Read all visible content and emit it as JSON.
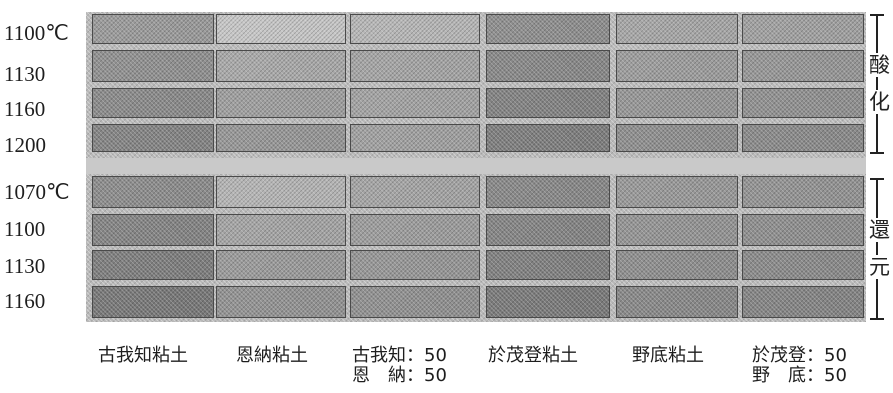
{
  "rows": {
    "oxidation": [
      "1100℃",
      "1130",
      "1160",
      "1200"
    ],
    "reduction": [
      "1070℃",
      "1100",
      "1130",
      "1160"
    ]
  },
  "side_labels": {
    "oxidation": [
      "酸",
      "化"
    ],
    "reduction": [
      "還",
      "元"
    ]
  },
  "columns": [
    {
      "line1": "古我知粘土",
      "line2": ""
    },
    {
      "line1": "恩納粘土",
      "line2": ""
    },
    {
      "line1": "古我知：50",
      "line2": "恩　納：50"
    },
    {
      "line1": "於茂登粘土",
      "line2": ""
    },
    {
      "line1": "野底粘土",
      "line2": ""
    },
    {
      "line1": "於茂登：50",
      "line2": "野　底：50"
    }
  ],
  "colors": {
    "tiles": [
      [
        "#9a9a9a",
        "#c6c6c6",
        "#b6b6b6",
        "#8e8e8e",
        "#a6a6a6",
        "#a0a0a0"
      ],
      [
        "#909090",
        "#a8a8a8",
        "#a4a4a4",
        "#888888",
        "#9c9c9c",
        "#969696"
      ],
      [
        "#8a8a8a",
        "#9e9e9e",
        "#a2a2a2",
        "#828282",
        "#969696",
        "#909090"
      ],
      [
        "#848484",
        "#969696",
        "#a0a0a0",
        "#7e7e7e",
        "#8e8e8e",
        "#8a8a8a"
      ],
      [
        "#8c8c8c",
        "#b4b4b4",
        "#a4a4a4",
        "#888888",
        "#989898",
        "#939393"
      ],
      [
        "#848484",
        "#a4a4a4",
        "#9c9c9c",
        "#848484",
        "#949494",
        "#8e8e8e"
      ],
      [
        "#7e7e7e",
        "#9a9a9a",
        "#969696",
        "#808080",
        "#8e8e8e",
        "#8a8a8a"
      ],
      [
        "#787878",
        "#929292",
        "#909090",
        "#7a7a7a",
        "#888888",
        "#848484"
      ]
    ]
  }
}
